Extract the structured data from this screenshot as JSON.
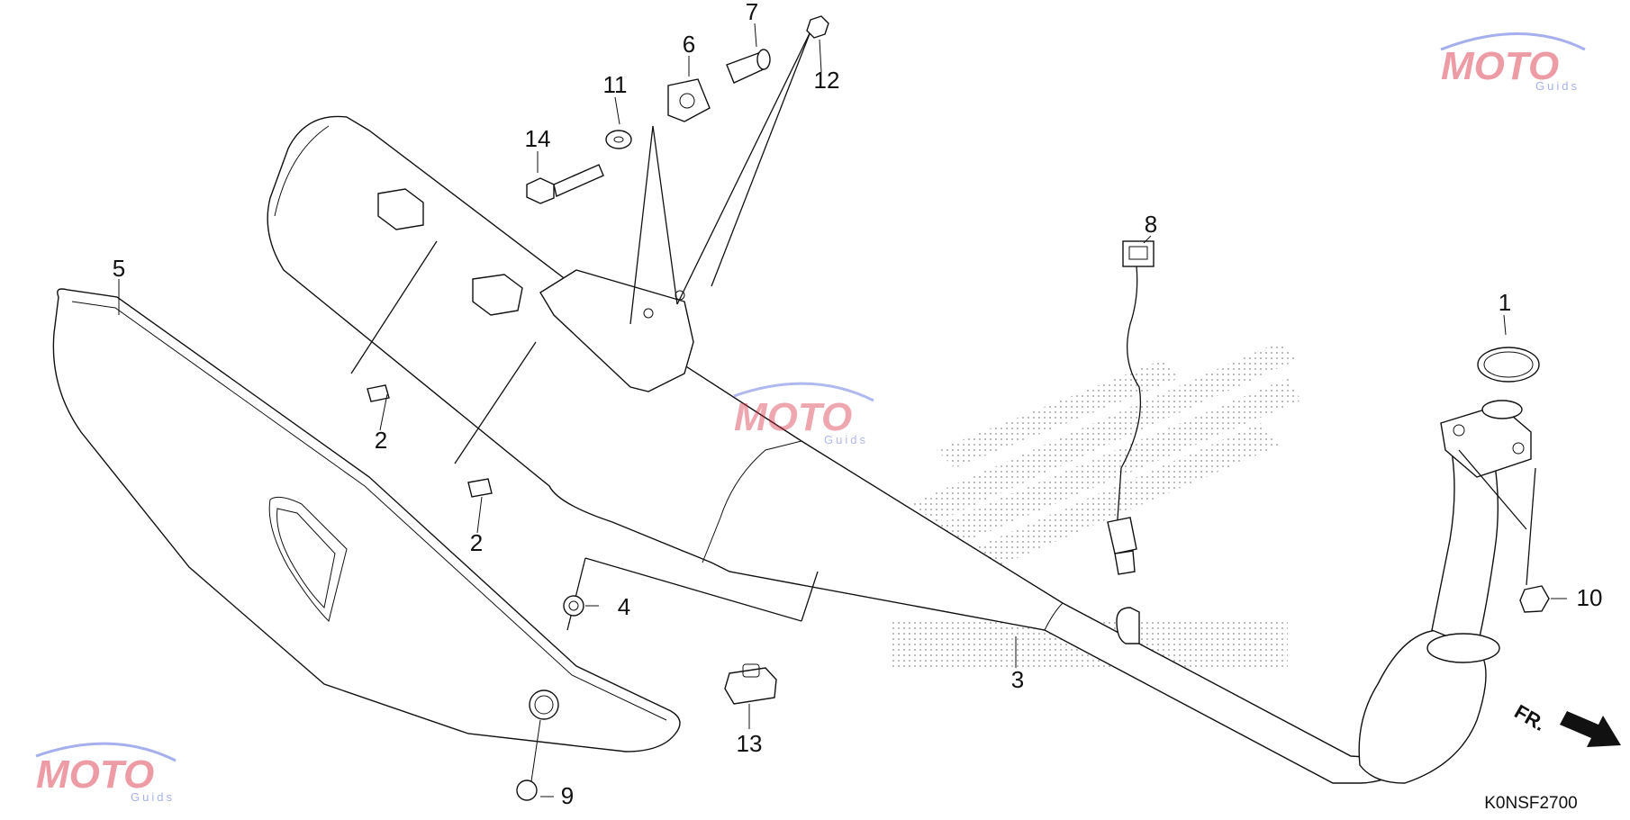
{
  "diagram": {
    "part_numbers": {
      "p1": "1",
      "p2a": "2",
      "p2b": "2",
      "p3": "3",
      "p4": "4",
      "p5": "5",
      "p6": "6",
      "p7": "7",
      "p8": "8",
      "p9": "9",
      "p10": "10",
      "p11": "11",
      "p12": "12",
      "p13": "13",
      "p14": "14"
    },
    "direction_label": "FR.",
    "reference_code": "K0NSF2700",
    "watermark": {
      "text": "MOTO",
      "subtext": "Guids",
      "primary_color": "#d9253a",
      "secondary_color": "#3a4fd9"
    }
  }
}
